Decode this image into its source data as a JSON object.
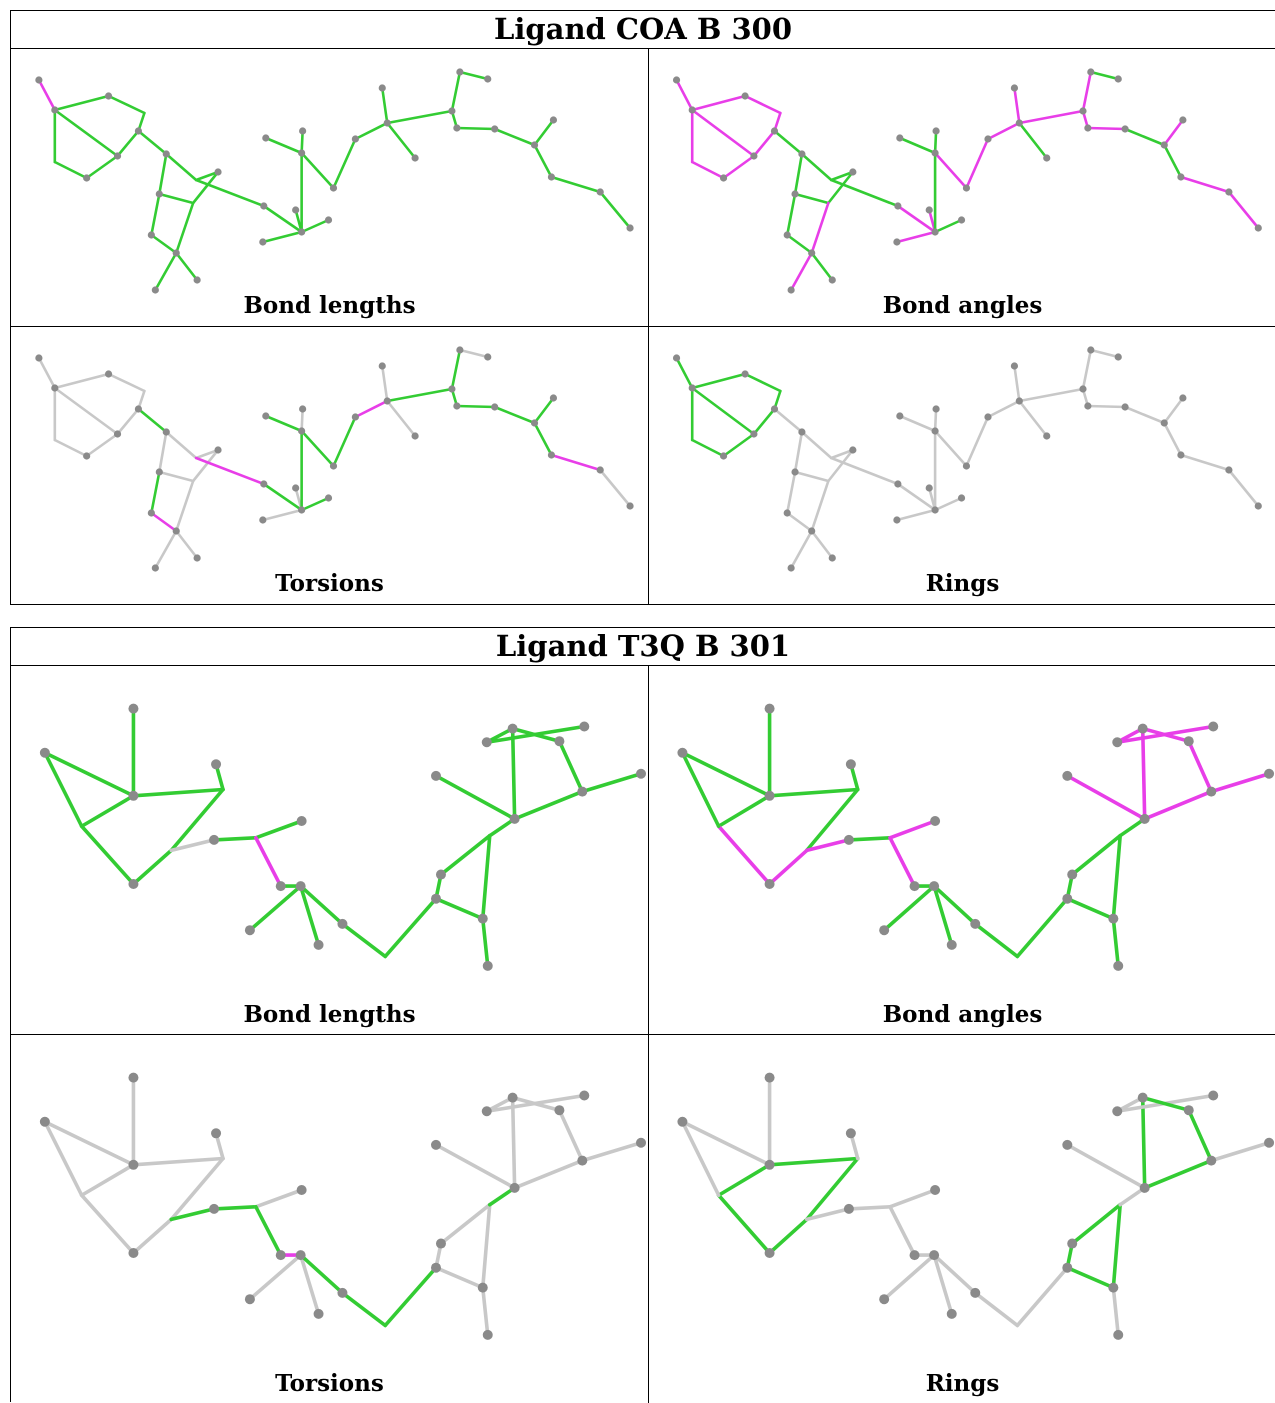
{
  "colors": {
    "ok": "#33cc33",
    "outlier": "#e83ee8",
    "none": "#c8c8c8",
    "atom": "#8a8a8a"
  },
  "ligands": [
    {
      "title": "Ligand COA B 300",
      "panels": [
        {
          "caption": "Bond lengths"
        },
        {
          "caption": "Bond angles"
        },
        {
          "caption": "Torsions"
        },
        {
          "caption": "Rings"
        }
      ]
    },
    {
      "title": "Ligand T3Q B 301",
      "panels": [
        {
          "caption": "Bond lengths"
        },
        {
          "caption": "Bond angles"
        },
        {
          "caption": "Torsions"
        },
        {
          "caption": "Rings"
        }
      ]
    }
  ]
}
